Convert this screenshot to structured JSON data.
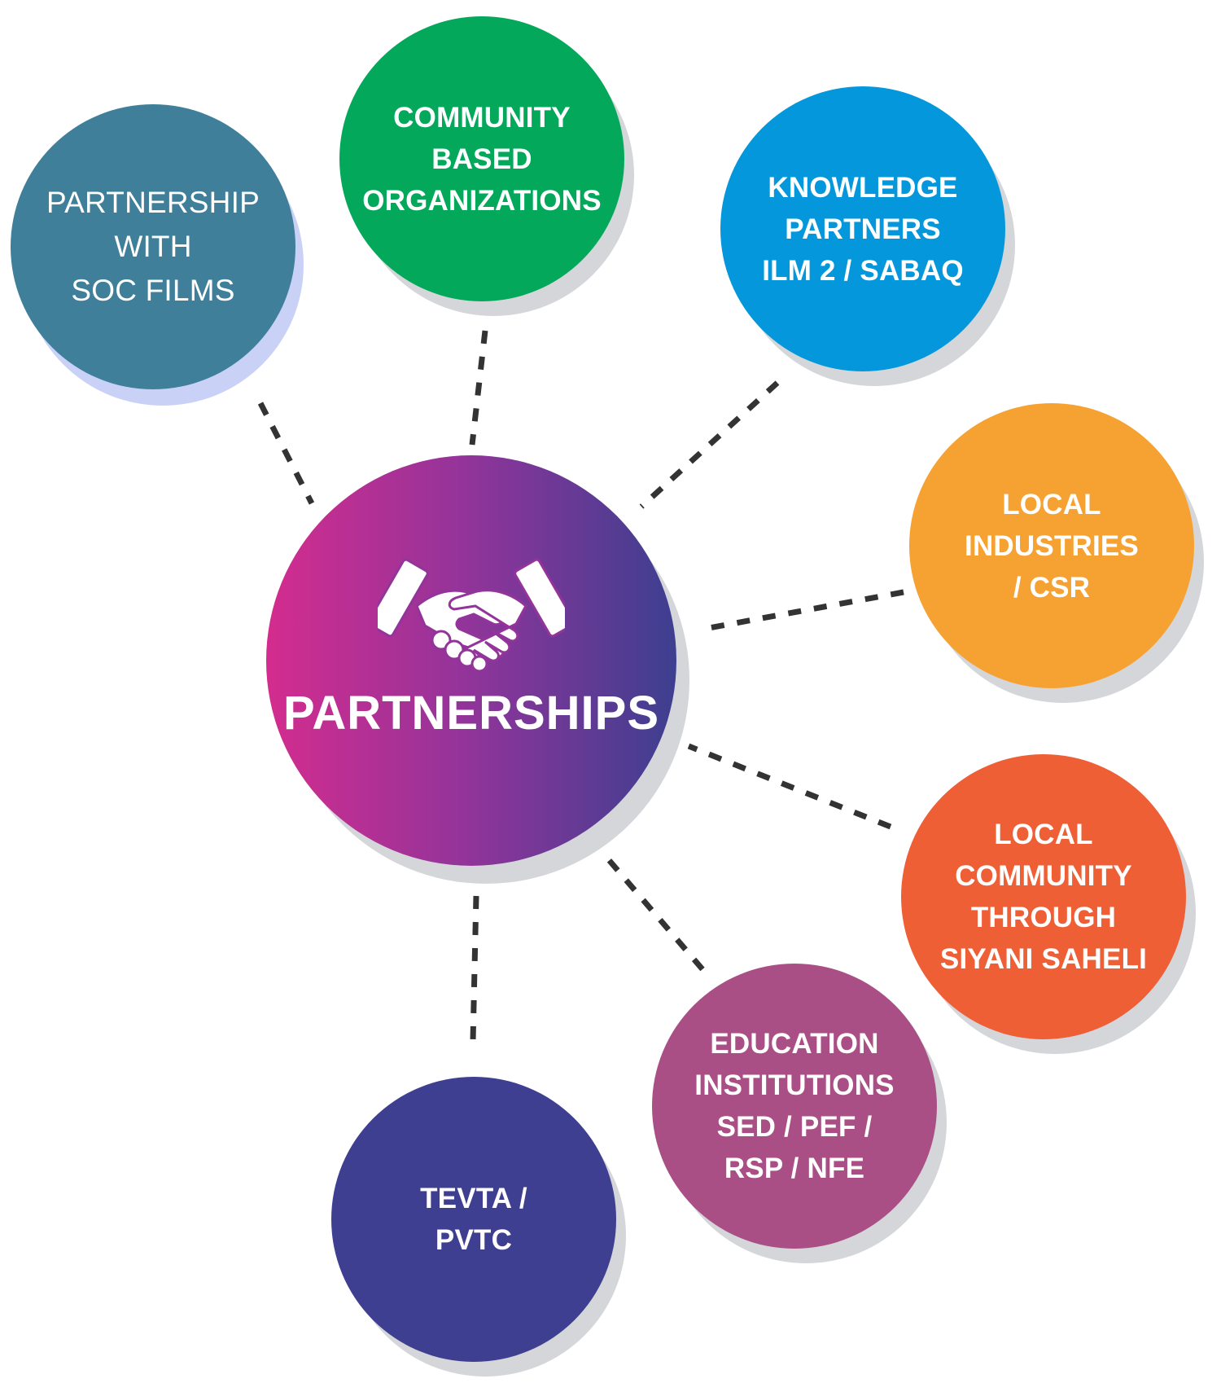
{
  "center": {
    "title": "PARTNERSHIPS",
    "icon": "handshake-icon",
    "gradient": [
      "#d42c8e",
      "#93349a",
      "#3d3f90"
    ]
  },
  "nodes": [
    {
      "id": "soc-films",
      "label": "PARTNERSHIP\nWITH\nSOC FILMS",
      "color": "#3f7f9a"
    },
    {
      "id": "community-based-organizations",
      "label": "COMMUNITY\nBASED\nORGANIZATIONS",
      "color": "#04a85b"
    },
    {
      "id": "knowledge-partners",
      "label": "KNOWLEDGE\nPARTNERS\nILM 2 / SABAQ",
      "color": "#0497db"
    },
    {
      "id": "local-industries",
      "label": "LOCAL\nINDUSTRIES\n/ CSR",
      "color": "#f6a233"
    },
    {
      "id": "local-community",
      "label": "LOCAL\nCOMMUNITY\nTHROUGH\nSIYANI SAHELI",
      "color": "#ef5f36"
    },
    {
      "id": "education-institutions",
      "label": "EDUCATION\nINSTITUTIONS\nSED / PEF /\nRSP / NFE",
      "color": "#a94f86"
    },
    {
      "id": "tevta-pvtc",
      "label": "TEVTA /\nPVTC",
      "color": "#3e3f90"
    }
  ],
  "connector_color": "#333333"
}
